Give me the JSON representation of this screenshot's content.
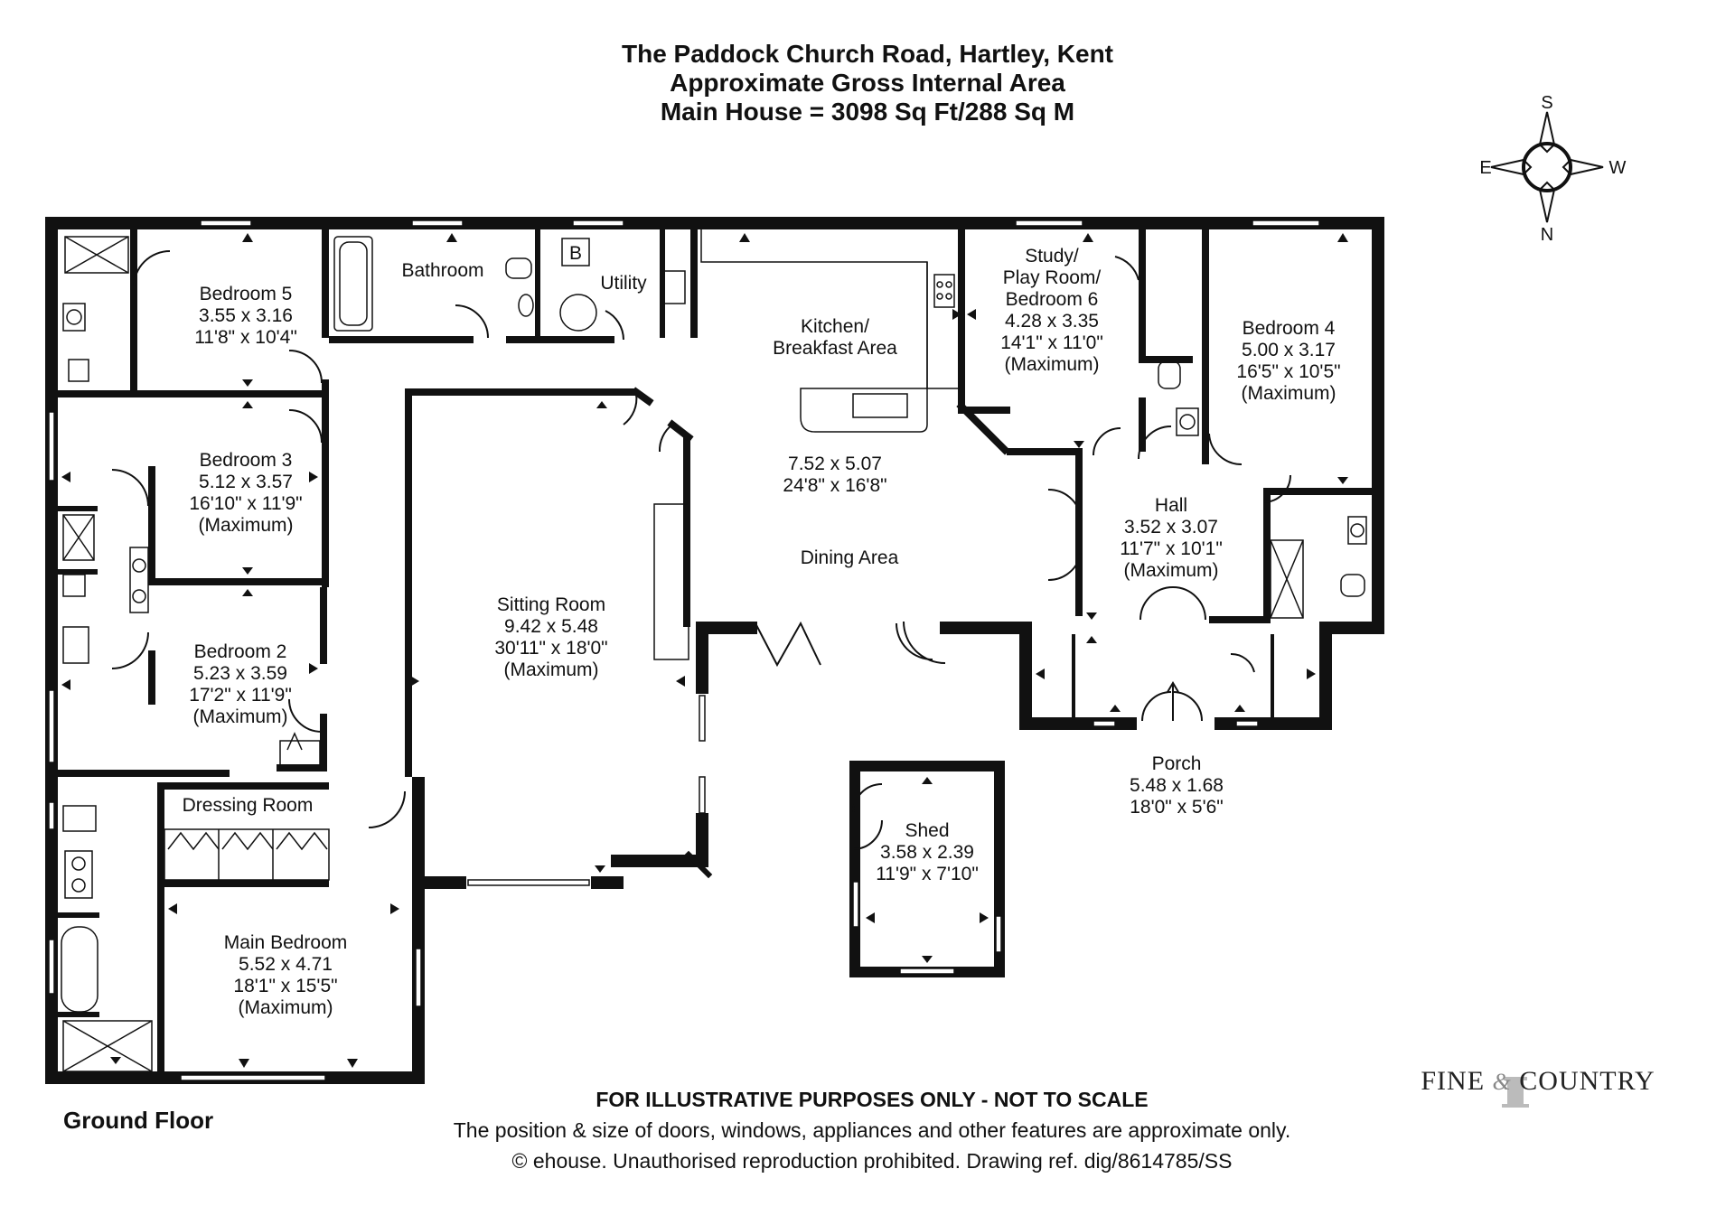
{
  "header": {
    "address": "The Paddock Church Road, Hartley, Kent",
    "area_caption": "Approximate Gross Internal Area",
    "area_value": "Main House = 3098 Sq Ft/288 Sq M"
  },
  "compass": {
    "top": "S",
    "bottom": "N",
    "left": "E",
    "right": "W"
  },
  "floor_label": "Ground Floor",
  "rooms": {
    "bedroom5": {
      "lines": [
        "Bedroom 5",
        "3.55 x 3.16",
        "11'8\" x 10'4\""
      ]
    },
    "bathroom": {
      "lines": [
        "Bathroom"
      ]
    },
    "boiler": {
      "lines": [
        "B"
      ]
    },
    "utility": {
      "lines": [
        "Utility"
      ]
    },
    "kitchen": {
      "lines": [
        "Kitchen/",
        "Breakfast Area"
      ]
    },
    "dims_kd": {
      "lines": [
        "7.52 x 5.07",
        "24'8\" x 16'8\""
      ]
    },
    "dining": {
      "lines": [
        "Dining Area"
      ]
    },
    "study": {
      "lines": [
        "Study/",
        "Play Room/",
        "Bedroom 6",
        "4.28 x 3.35",
        "14'1\" x 11'0\"",
        "(Maximum)"
      ]
    },
    "bedroom4": {
      "lines": [
        "Bedroom 4",
        "5.00 x 3.17",
        "16'5\" x 10'5\"",
        "(Maximum)"
      ]
    },
    "bedroom3": {
      "lines": [
        "Bedroom 3",
        "5.12 x 3.57",
        "16'10\" x 11'9\"",
        "(Maximum)"
      ]
    },
    "hall": {
      "lines": [
        "Hall",
        "3.52 x 3.07",
        "11'7\" x 10'1\"",
        "(Maximum)"
      ]
    },
    "sitting": {
      "lines": [
        "Sitting Room",
        "9.42 x 5.48",
        "30'11\" x 18'0\"",
        "(Maximum)"
      ]
    },
    "bedroom2": {
      "lines": [
        "Bedroom 2",
        "5.23 x 3.59",
        "17'2\" x 11'9\"",
        "(Maximum)"
      ]
    },
    "porch": {
      "lines": [
        "Porch",
        "5.48 x 1.68",
        "18'0\" x 5'6\""
      ]
    },
    "dressing": {
      "lines": [
        "Dressing Room"
      ]
    },
    "shed": {
      "lines": [
        "Shed",
        "3.58 x 2.39",
        "11'9\" x 7'10\""
      ]
    },
    "mainbed": {
      "lines": [
        "Main Bedroom",
        "5.52 x 4.71",
        "18'1\" x 15'5\"",
        "(Maximum)"
      ]
    }
  },
  "footer": {
    "disclaimer": "FOR ILLUSTRATIVE PURPOSES ONLY - NOT TO SCALE",
    "note": "The position & size of doors, windows, appliances and other features are approximate only.",
    "copyright": "© ehouse. Unauthorised reproduction prohibited. Drawing ref. dig/8614785/SS"
  },
  "brand": {
    "left": "FINE",
    "amp": "&",
    "right": "COUNTRY"
  }
}
